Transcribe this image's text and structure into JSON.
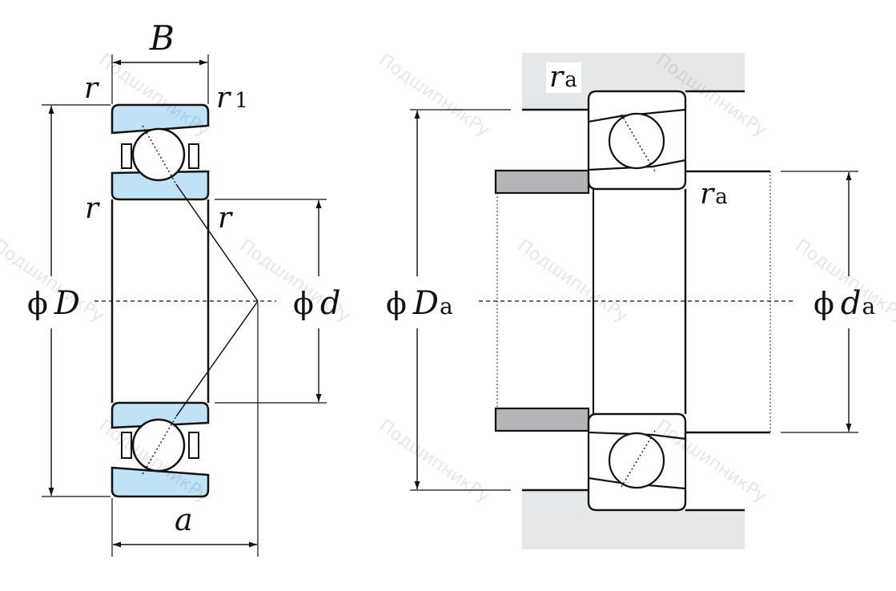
{
  "left_view": {
    "label_B": "B",
    "label_r_top": "r",
    "label_r1": "r",
    "label_r1_sub": "1",
    "label_r_left": "r",
    "label_r_right": "r",
    "label_phi_D": "ϕ",
    "label_D": "D",
    "label_phi_d": "ϕ",
    "label_d": "d",
    "label_a": "a"
  },
  "right_view": {
    "label_ra_top": "r",
    "label_ra_top_sub": "a",
    "label_ra_right": "r",
    "label_ra_right_sub": "a",
    "label_phi_Da": "ϕ",
    "label_Da": "D",
    "label_Da_sub": "a",
    "label_phi_da": "ϕ",
    "label_da": "d",
    "label_da_sub": "a"
  },
  "watermark": "ПодшипникРу",
  "colors": {
    "ring_fill": "#bfe3f4",
    "housing_fill": "#e6e7e9",
    "spacer_fill": "#b5b5b7",
    "line": "#111111"
  }
}
